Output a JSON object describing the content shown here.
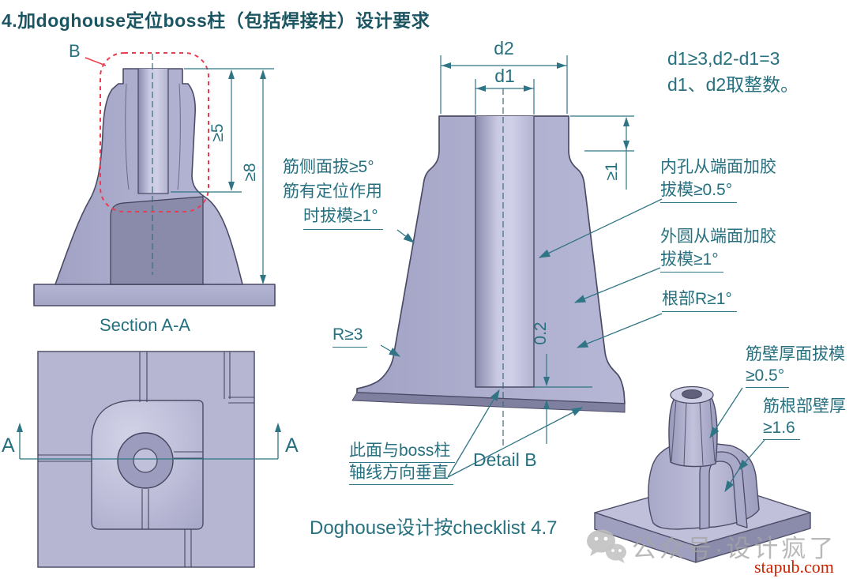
{
  "colors": {
    "annotation_teal": "#26707f",
    "line_teal": "#2f7585",
    "part_fill": "#acacce",
    "part_outline": "#4b4b66",
    "detail_marker_red": "#ef3b4e",
    "watermark_gray": "#bdbdbd",
    "site_red": "#cb2300"
  },
  "title": "4.加doghouse定位boss柱（包括焊接柱）设计要求",
  "formulas": {
    "line1": "d1≥3,d2-d1=3",
    "line2": "d1、d2取整数。"
  },
  "section_view": {
    "label": "Section A-A",
    "detail_marker": "B",
    "dim_bore_depth": "≥5",
    "dim_total_height": "≥8"
  },
  "top_view": {
    "cut_label_left": "A",
    "cut_label_right": "A"
  },
  "detail_view": {
    "label": "Detail B",
    "dim_outer_diameter": "d2",
    "dim_inner_diameter": "d1",
    "dim_top_band": "≥1",
    "dim_bottom_gap": "0.2",
    "note_rib_draft_line1": "筋侧面拔≥5°",
    "note_rib_draft_line2": "筋有定位作用",
    "note_rib_draft_line3": "时拔模≥1°",
    "note_fillet": "R≥3",
    "note_inner_hole_line1": "内孔从端面加胶",
    "note_inner_hole_line2": "拔模≥0.5°",
    "note_outer_circle_line1": "外圆从端面加胶",
    "note_outer_circle_line2": "拔模≥1°",
    "note_root_fillet": "根部R≥1°",
    "note_perpendicular_line1": "此面与boss柱",
    "note_perpendicular_line2": "轴线方向垂直"
  },
  "iso_view": {
    "note_rib_wall_draft_line1": "筋壁厚面拔模",
    "note_rib_wall_draft_line2": "≥0.5°",
    "note_rib_root_line1": "筋根部壁厚",
    "note_rib_root_line2": "≥1.6"
  },
  "footer": {
    "checklist_note": "Doghouse设计按checklist 4.7"
  },
  "watermark": {
    "wechat_account": "公众号·设计疯了",
    "site": "stapub.com"
  }
}
